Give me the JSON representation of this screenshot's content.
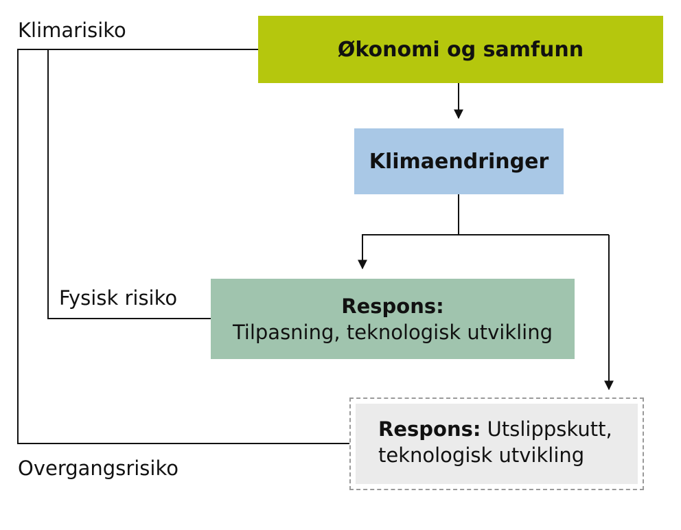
{
  "labels": {
    "klimarisiko": "Klimarisiko",
    "fysisk": "Fysisk risiko",
    "overgang": "Overgangsrisiko"
  },
  "boxes": {
    "okonomi": {
      "text": "Økonomi og samfunn",
      "color": "#b5c70d"
    },
    "klimaendringer": {
      "text": "Klimaendringer",
      "color": "#a9c8e6"
    },
    "respons_tilpasning": {
      "title": "Respons:",
      "text": "Tilpasning, teknologisk utvikling",
      "color": "#a0c4ae"
    },
    "respons_utslipp": {
      "title": "Respons:",
      "text_line1": "Utslippskutt,",
      "text_line2": "teknologisk utvikling",
      "color": "#ebebeb"
    }
  }
}
